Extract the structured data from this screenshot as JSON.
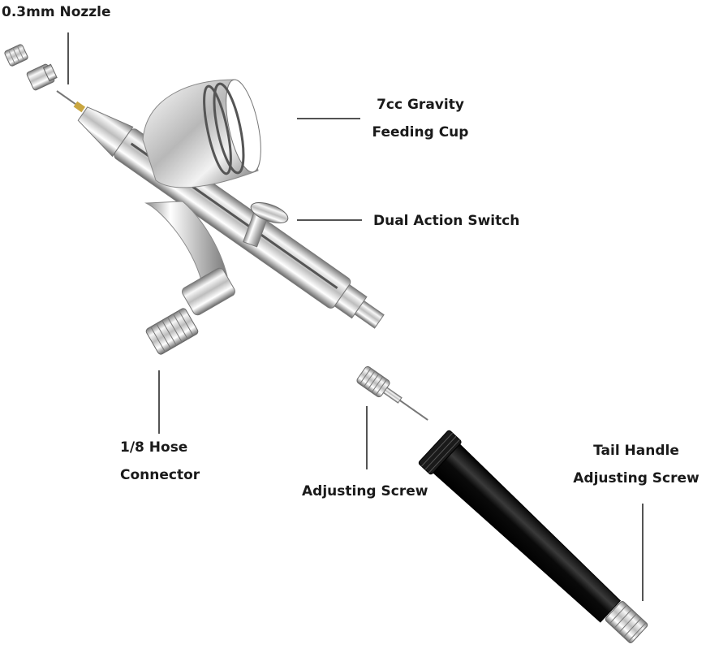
{
  "labels": {
    "nozzle": "0.3mm Nozzle",
    "cup": [
      "7cc Gravity",
      "Feeding Cup"
    ],
    "switch": "Dual Action Switch",
    "hose": [
      "1/8 Hose",
      "Connector"
    ],
    "adjusting_screw": "Adjusting Screw",
    "tail": [
      "Tail Handle",
      "Adjusting Screw"
    ]
  },
  "colors": {
    "text": "#1a1a1a",
    "leader": "#1a1a1a",
    "chrome_dark": "#6f6f6f",
    "chrome_light": "#f4f4f4",
    "handle": "#111111"
  }
}
